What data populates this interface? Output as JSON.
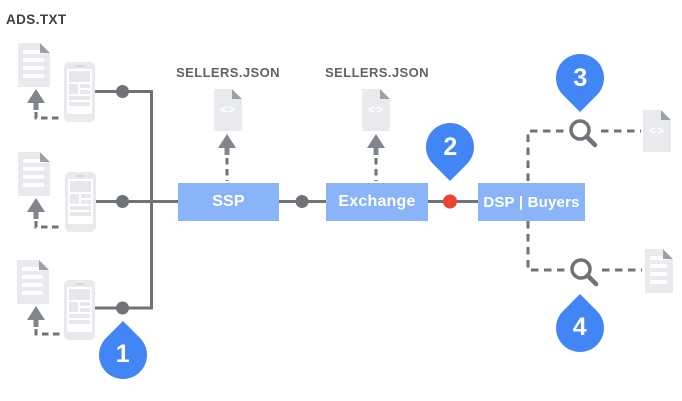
{
  "labels": {
    "ads_txt": "ADS.TXT",
    "sellers_json_1": "SELLERS.JSON",
    "sellers_json_2": "SELLERS.JSON"
  },
  "nodes": {
    "ssp": "SSP",
    "exchange": "Exchange",
    "dsp_buyers": "DSP | Buyers"
  },
  "markers": {
    "step1": "1",
    "step2": "2",
    "step3": "3",
    "step4": "4"
  },
  "icons": {
    "code_file_glyph": "<>"
  },
  "colors": {
    "node_blue": "#8ab4f8",
    "marker_blue": "#4285f4",
    "line_gray": "#6f7276",
    "arrow_gray": "#80868b",
    "alert_red": "#ea4335",
    "doc_gray": "#e8eaed",
    "label_dark": "#3c4043",
    "label_gray": "#5f6368"
  }
}
